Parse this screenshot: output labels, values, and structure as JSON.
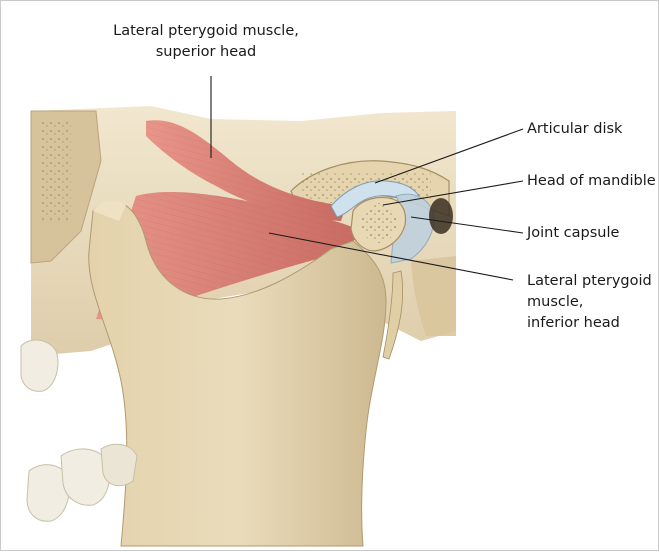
{
  "figure": {
    "labels": {
      "superior_head": {
        "line1": "Lateral pterygoid muscle,",
        "line2": "superior head"
      },
      "articular_disk": "Articular disk",
      "head_of_mandible": "Head of mandible",
      "joint_capsule": "Joint capsule",
      "inferior_head": {
        "line1": "Lateral pterygoid",
        "line2": "muscle,",
        "line3": "inferior head"
      }
    },
    "colors": {
      "bone": "#e6d7b5",
      "bone_shadow": "#c9b68e",
      "muscle": "#d9837a",
      "muscle_dark": "#b8574f",
      "disk": "#c8dbe6",
      "capsule": "#b7c9d6",
      "leader_line": "#1a1a1a"
    }
  }
}
